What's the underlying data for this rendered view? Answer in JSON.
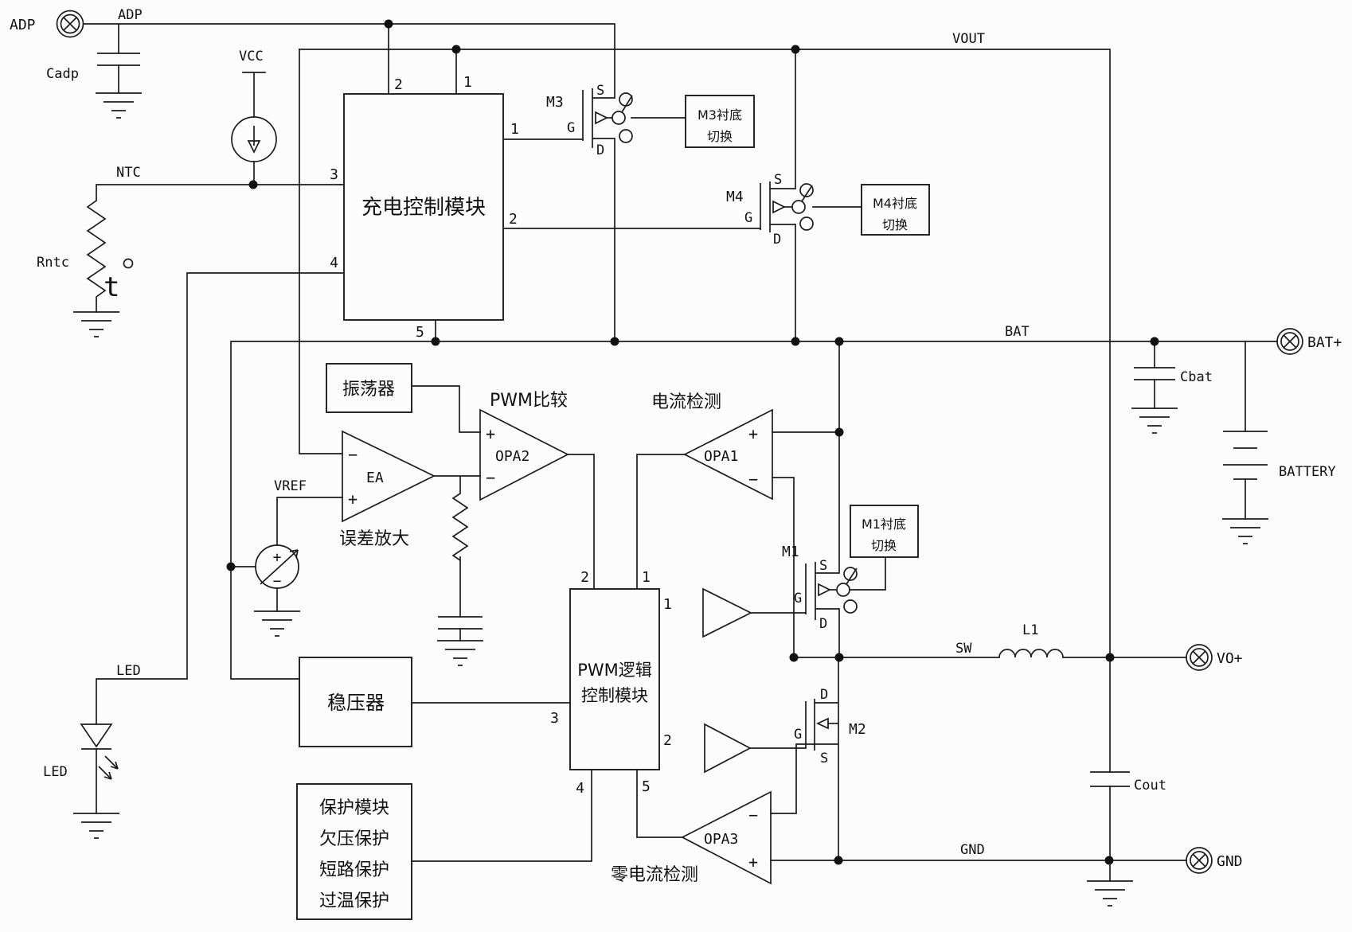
{
  "colors": {
    "background": "#fcfcfc",
    "line": "#1c1c1c"
  },
  "terminals": {
    "adp": "ADP",
    "bat_plus": "BAT+",
    "vo_plus": "VO+",
    "gnd": "GND"
  },
  "nets": {
    "adp": "ADP",
    "vout": "VOUT",
    "ntc": "NTC",
    "bat": "BAT",
    "sw": "SW",
    "gnd": "GND",
    "led": "LED",
    "vcc": "VCC",
    "vref": "VREF"
  },
  "parts": {
    "cadp": "Cadp",
    "rntc": "Rntc",
    "t": "t",
    "deg": "°",
    "led": "LED",
    "cbat": "Cbat",
    "battery": "BATTERY",
    "cout": "Cout",
    "l1": "L1",
    "m1": "M1",
    "m2": "M2",
    "m3": "M3",
    "m4": "M4"
  },
  "amps": {
    "ea": "EA",
    "opa1": "OPA1",
    "opa2": "OPA2",
    "opa3": "OPA3",
    "plus": "+",
    "minus": "−"
  },
  "labels": {
    "pwm_compare": "PWM比较",
    "error_amp": "误差放大",
    "current_detect": "电流检测",
    "zero_current_detect": "零电流检测"
  },
  "modules": {
    "charge": "充电控制模块",
    "osc": "振荡器",
    "regulator": "稳压器",
    "pwm_line1": "PWM逻辑",
    "pwm_line2": "控制模块",
    "prot_line1": "保护模块",
    "prot_line2": "欠压保护",
    "prot_line3": "短路保护",
    "prot_line4": "过温保护",
    "m1_sub_line1": "M1衬底",
    "m3_sub_line1": "M3衬底",
    "m4_sub_line1": "M4衬底",
    "sub_line2": "切换"
  },
  "pins": {
    "p1": "1",
    "p2": "2",
    "p3": "3",
    "p4": "4",
    "p5": "5",
    "s": "S",
    "g": "G",
    "d": "D"
  }
}
